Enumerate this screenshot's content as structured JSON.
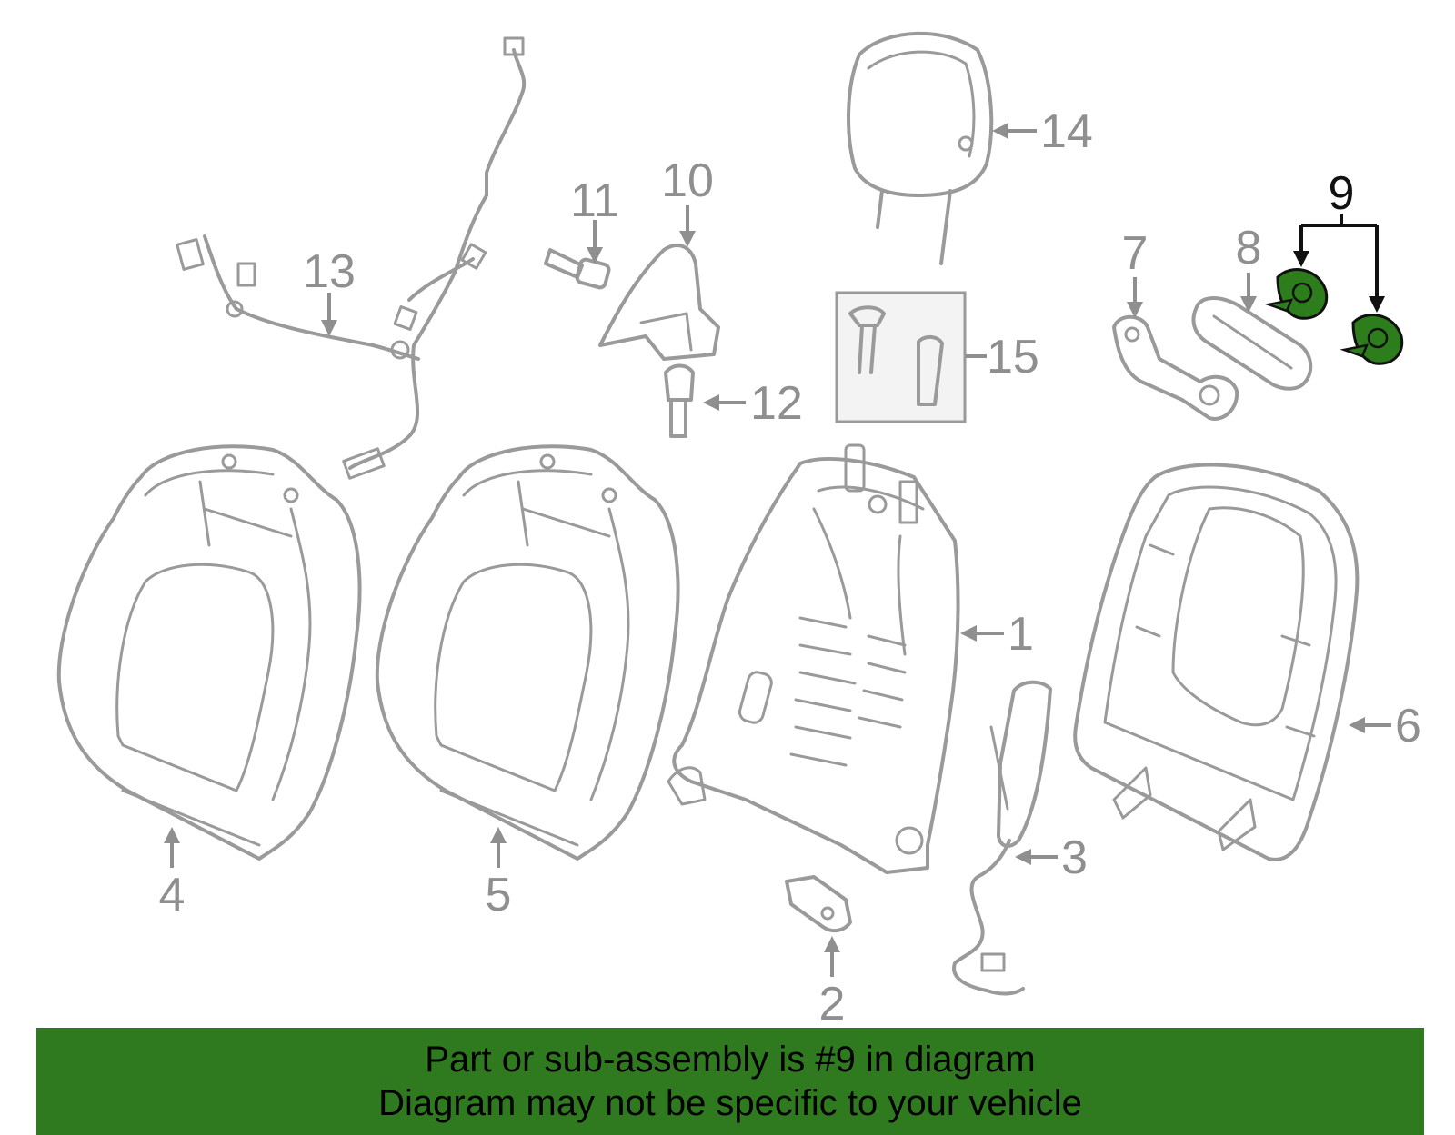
{
  "callouts": {
    "c1": "1",
    "c2": "2",
    "c3": "3",
    "c4": "4",
    "c5": "5",
    "c6": "6",
    "c7": "7",
    "c8": "8",
    "c9": "9",
    "c10": "10",
    "c11": "11",
    "c12": "12",
    "c13": "13",
    "c14": "14",
    "c15": "15"
  },
  "highlight": {
    "part": "9",
    "color": "#2e7d1c"
  },
  "banner": {
    "line1": "Part or sub-assembly is #9 in diagram",
    "line2": "Diagram may not be specific to your vehicle",
    "color": "#2f7a1f"
  }
}
